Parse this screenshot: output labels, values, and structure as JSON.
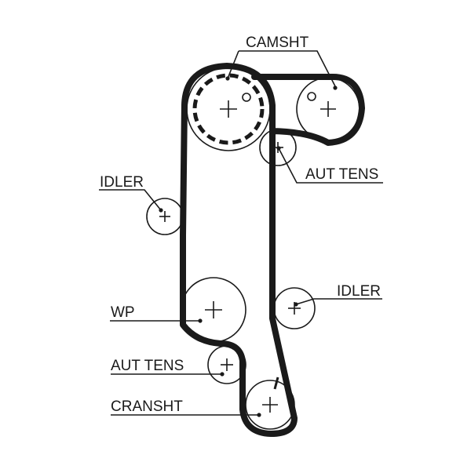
{
  "labels": {
    "camshaft": "CAMSHT",
    "idler_left": "IDLER",
    "aut_tens_upper": "AUT TENS",
    "idler_right": "IDLER",
    "water_pump": "WP",
    "aut_tens_lower": "AUT TENS",
    "crankshaft": "CRANSHT"
  },
  "colors": {
    "line": "#1a1a1a",
    "background": "#ffffff"
  }
}
